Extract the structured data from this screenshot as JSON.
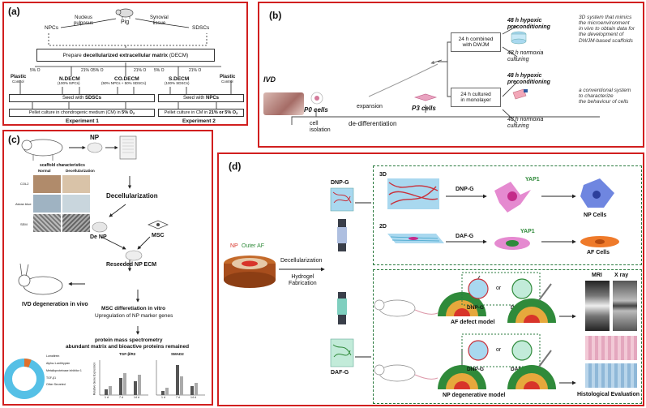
{
  "panels": {
    "a": {
      "label": "(a)",
      "pig": "Pig",
      "nucleus": "Nucleus\npulposus",
      "synovial": "Synovial\ntissue",
      "npcs": "NPCs",
      "sdscs": "SDSCs",
      "prepare_pre": "Prepare ",
      "prepare_bold": "decellularized extracellular matrix",
      "prepare_post": " (DECM)",
      "o2_5": "5% O",
      "o2_21": "21% O",
      "plastic1": "Plastic",
      "plastic1_sub": "Control",
      "ndecm": "N.DECM",
      "ndecm_sub": "(100% NPCs)",
      "codecm": "CO.DECM",
      "codecm_sub": "(50% NPCs + 50% SDSCs)",
      "sdecm": "S.DECM",
      "sdecm_sub": "(100% SDSCs)",
      "plastic2": "Plastic",
      "plastic2_sub": "Control",
      "seed1_pre": "Seed with ",
      "seed1_bold": "SDSCs",
      "seed2_pre": "Seed with ",
      "seed2_bold": "NPCs",
      "pellet1_pre": "Pellet culture in chondrogenic medium (CM) in ",
      "pellet1_bold": "5% O",
      "pellet2_pre": "Pellet culture in CM in ",
      "pellet2_bold": "21% or 5% O",
      "exp1": "Experiment 1",
      "exp2": "Experiment 2"
    },
    "b": {
      "label": "(b)",
      "ivd": "IVD",
      "cell_isolation": "cell\nisolation",
      "p0": "P0 cells",
      "expansion": "expansion",
      "dedifferentiation": "de-differentiation",
      "p3": "P3 cells",
      "combined": "24 h combined\nwith DWJM",
      "hypoxic1": "48 h hypoxic\npreconditioning",
      "normoxia1": "48 h normoxia\nculturing",
      "desc1": "3D system that mimics\nthe microenvironment\nin vivo to obtain data for\nthe development of\nDWJM-based scaffolds",
      "monolayer": "24 h cultured\nin monolayer",
      "hypoxic2": "48 h hypoxic\npreconditioning",
      "normoxia2": "48 h normoxia\nculturing",
      "desc2": "a conventional system\nto characterize\nthe behaviour of cells"
    },
    "c": {
      "label": "(c)",
      "np": "NP",
      "scaffold_title": "scaffold characteristics",
      "col_normal": "Normal",
      "col_decell": "Decellularization",
      "row_col2": "COL2",
      "row_alcian": "Alcian blue",
      "row_sem": "SEM",
      "decell": "Decellularization",
      "de_np": "De NP",
      "msc": "MSC",
      "reseeded": "Reseeded NP ECM",
      "ivd_degen": "IVD degeneration in vivo",
      "msc_diff": "MSC differetiation in vitro",
      "upreg": "Upregulation of NP marker genes",
      "proteomics1": "protein mass spectrometry",
      "proteomics2": "abundant matrix and bioactive proteins remained",
      "legend": [
        "Lumafirein",
        "Alpha-1-antitrypsin",
        "Metalloproteinase inhibitor 1",
        "TGF-β1",
        "Other Secreted"
      ],
      "chart1_title": "TGF-β/R2",
      "chart2_title": "SMAD2",
      "chart_xlabels": [
        "1 d",
        "7 d",
        "14 d"
      ],
      "chart_ylabel": "Relative Gene Expression"
    },
    "d": {
      "label": "(d)",
      "np": "NP",
      "outer_af": "Outer AF",
      "decell": "Decellularization",
      "hydrogel": "Hydrogel\nFabrication",
      "dnpg": "DNP-G",
      "dafg": "DAF-G",
      "lab3d": "3D",
      "lab2d": "2D",
      "arrow_dnpg": "DNP-G",
      "arrow_dafg": "DAF-G",
      "yap1a": "YAP1",
      "yap1b": "YAP1",
      "np_cells": "NP Cells",
      "af_cells": "AF Cells",
      "dnpg1": "DNP-G",
      "or1": "or",
      "dafg1": "DAF-G",
      "af_model": "AF defect model",
      "dnpg2": "DNP-G",
      "or2": "or",
      "dafg2": "DAF-G",
      "np_model": "NP degenerative model",
      "mri": "MRI",
      "xray": "X ray",
      "histo": "Histological Evaluation"
    }
  },
  "colors": {
    "frame_red": "#d11f1f",
    "dashed_green": "#2a7a3e",
    "fiber_red": "#c9303a",
    "gel_blue": "#9fd0ea",
    "np_red": "#d8342a",
    "af_green": "#2f8a3a",
    "cell_magenta": "#c42b8a",
    "cell_blue": "#4d6fd6",
    "cell_orange": "#ef7a2a"
  }
}
